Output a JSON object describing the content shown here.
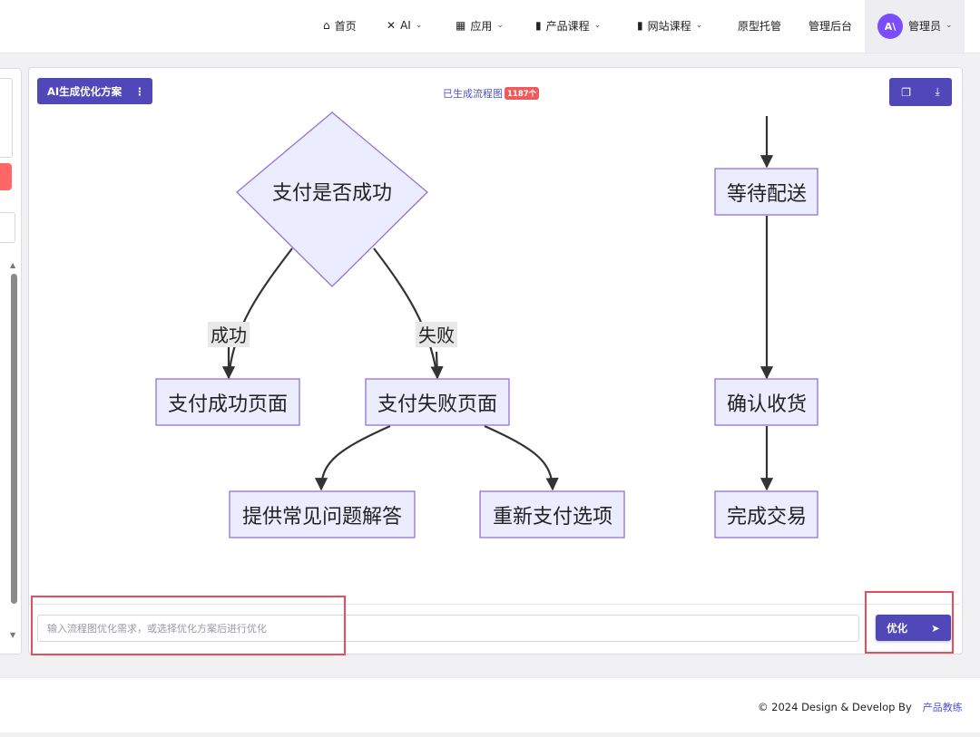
{
  "nav": {
    "items": [
      {
        "icon": "home-icon",
        "glyph": "⌂",
        "label": "首页",
        "chevron": false
      },
      {
        "icon": "tools-icon",
        "glyph": "✕",
        "label": "AI",
        "chevron": true
      },
      {
        "icon": "grid-icon",
        "glyph": "▦",
        "label": "应用",
        "chevron": true
      },
      {
        "icon": "book-icon",
        "glyph": "▮",
        "label": "产品课程",
        "chevron": true
      },
      {
        "icon": "book-icon",
        "glyph": "▮",
        "label": "网站课程",
        "chevron": true
      },
      {
        "icon": "",
        "glyph": "",
        "label": "原型托管",
        "chevron": false
      },
      {
        "icon": "",
        "glyph": "",
        "label": "管理后台",
        "chevron": false
      }
    ],
    "avatar_text": "A\\",
    "admin_label": "管理员"
  },
  "toolbar": {
    "ai_button": "AI生成优化方案",
    "generated_label": "已生成流程图",
    "generated_count": "1187个",
    "copy_icon": "copy-icon",
    "download_icon": "download-icon"
  },
  "flowchart": {
    "decision": "支付是否成功",
    "edge_success": "成功",
    "edge_fail": "失败",
    "success_page": "支付成功页面",
    "fail_page": "支付失败页面",
    "faq": "提供常见问题解答",
    "retry": "重新支付选项",
    "wait_delivery": "等待配送",
    "confirm_receipt": "确认收货",
    "complete": "完成交易",
    "colors": {
      "node_fill": "#ececff",
      "node_stroke": "#9370db",
      "edge": "#333333",
      "label_bg": "#e8e8e8"
    }
  },
  "optimize": {
    "placeholder": "输入流程图优化需求，或选择优化方案后进行优化",
    "button": "优化"
  },
  "footer": {
    "text": "© 2024 Design & Develop By",
    "link": "产品教练"
  },
  "colors": {
    "primary": "#5048b8",
    "highlight": "#e84d5c",
    "badge": "#f05a5a"
  }
}
